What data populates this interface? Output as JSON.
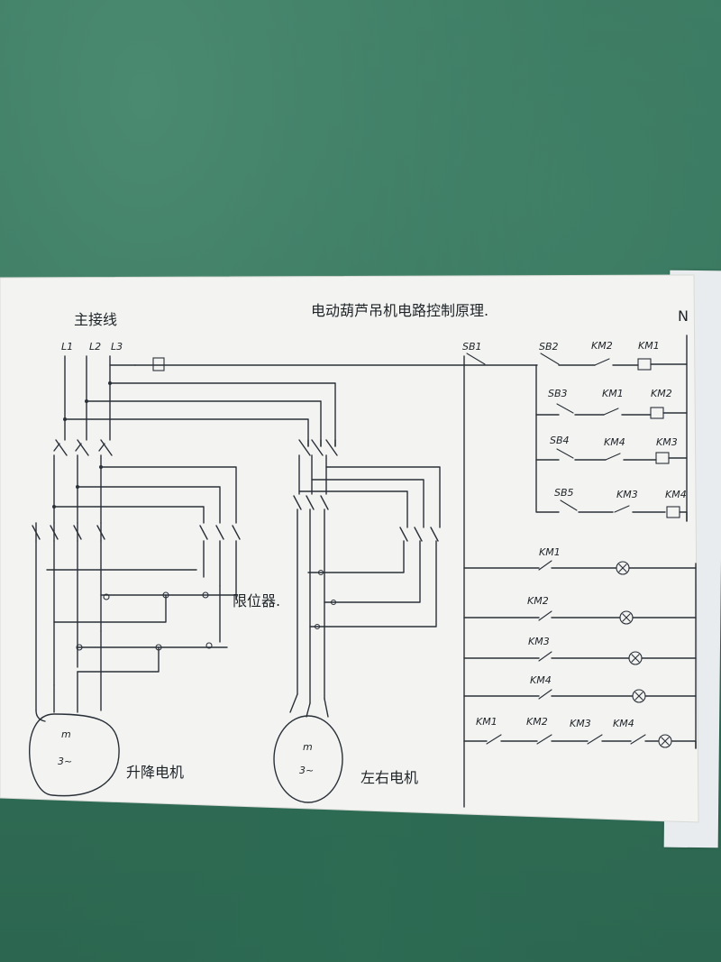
{
  "title": "电动葫芦吊机电路控制原理.",
  "main_switch_label": "主接线",
  "phase_labels": [
    "L1",
    "L2",
    "L3"
  ],
  "neutral_label": "N",
  "limit_switch_label": "限位器.",
  "motor_symbol": "m",
  "motor_ac": "3~",
  "hoist_motor_label": "升降电机",
  "travel_motor_label": "左右电机",
  "control_rungs": [
    {
      "button": "SB1",
      "stop": "SB2",
      "interlock": "KM2",
      "coil": "KM1"
    },
    {
      "button": "SB3",
      "interlock": "KM1",
      "coil": "KM2"
    },
    {
      "button": "SB4",
      "interlock": "KM4",
      "coil": "KM3"
    },
    {
      "button": "SB5",
      "interlock": "KM3",
      "coil": "KM4"
    }
  ],
  "indicator_rungs": [
    {
      "contact": "KM1"
    },
    {
      "contact": "KM2"
    },
    {
      "contact": "KM3"
    },
    {
      "contact": "KM4"
    }
  ],
  "series_rung": [
    "KM1",
    "KM2",
    "KM3",
    "KM4"
  ]
}
